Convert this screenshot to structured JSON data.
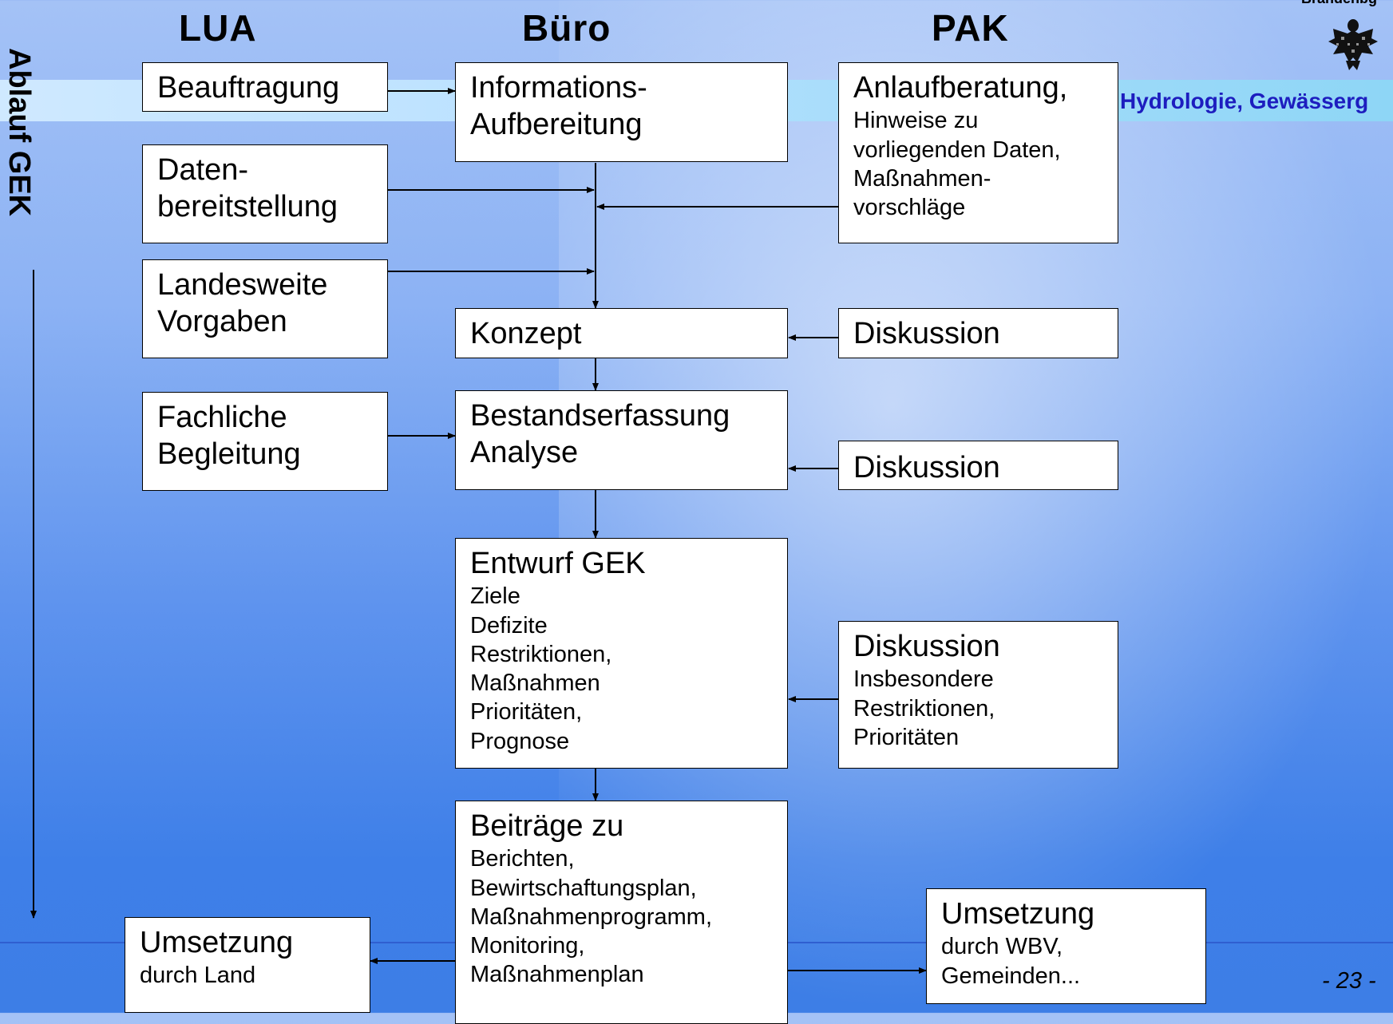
{
  "header": {
    "col_lua": "LUA",
    "col_buero": "Büro",
    "col_pak": "PAK",
    "crest_text": "Brandenbg",
    "subtitle": "Hydrologie, Gewässerg",
    "side_label": "Ablauf GEK"
  },
  "boxes": {
    "beauftragung": [
      "Beauftragung"
    ],
    "datenbereitstellung": [
      "Daten-",
      "bereitstellung"
    ],
    "landesweite": [
      "Landesweite",
      "Vorgaben"
    ],
    "fachliche": [
      "Fachliche",
      "Begleitung"
    ],
    "informations": [
      "Informations-",
      "Aufbereitung"
    ],
    "konzept": [
      "Konzept"
    ],
    "bestand": [
      "Bestandserfassung",
      "Analyse"
    ],
    "entwurf_title": "Entwurf GEK",
    "entwurf_items": [
      "Ziele",
      "Defizite",
      "Restriktionen,",
      "Maßnahmen",
      "Prioritäten,",
      "Prognose"
    ],
    "beitraege_title": "Beiträge zu",
    "beitraege_items": [
      "Berichten,",
      "Bewirtschaftungsplan,",
      "Maßnahmenprogramm,",
      "Monitoring,",
      "Maßnahmenplan"
    ],
    "anlauf_title": "Anlaufberatung,",
    "anlauf_items": [
      "Hinweise zu",
      "vorliegenden Daten,",
      "Maßnahmen-",
      "vorschläge"
    ],
    "diskussion1": "Diskussion",
    "diskussion2": "Diskussion",
    "diskussion3_title": "Diskussion",
    "diskussion3_items": [
      "Insbesondere",
      "Restriktionen,",
      "Prioritäten"
    ],
    "umsetzung_land_title": "Umsetzung",
    "umsetzung_land_sub": "durch Land",
    "umsetzung_wbv_title": "Umsetzung",
    "umsetzung_wbv_items": [
      "durch WBV,",
      "Gemeinden..."
    ]
  },
  "footer": {
    "page_number": "- 23 -"
  }
}
